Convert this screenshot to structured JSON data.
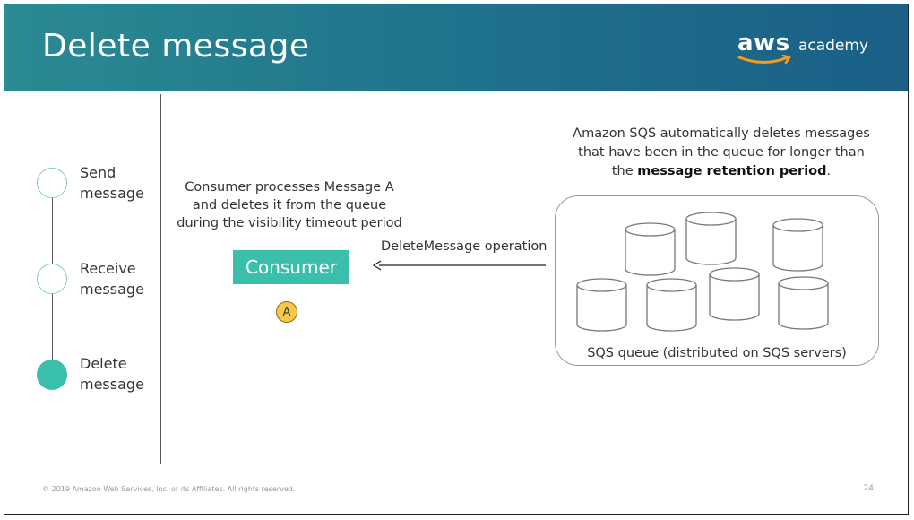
{
  "header": {
    "title": "Delete message",
    "logo_brand": "aws",
    "logo_sub": "academy"
  },
  "steps": [
    {
      "line1": "Send",
      "line2": "message",
      "active": false
    },
    {
      "line1": "Receive",
      "line2": "message",
      "active": false
    },
    {
      "line1": "Delete",
      "line2": "message",
      "active": true
    }
  ],
  "consumer": {
    "description": [
      "Consumer processes Message A",
      "and deletes it from the queue",
      "during the visibility timeout period"
    ],
    "box_label": "Consumer",
    "message_badge": "A"
  },
  "operation_label": "DeleteMessage operation",
  "auto_delete": {
    "line1": "Amazon SQS automatically deletes messages",
    "line2": "that have been in the queue for longer than",
    "line3_prefix": "the ",
    "line3_bold": "message retention period",
    "line3_suffix": "."
  },
  "queue": {
    "label": "SQS queue (distributed on SQS servers)"
  },
  "footer": {
    "copyright": "© 2019 Amazon Web Services, Inc. or its Affiliates. All rights reserved.",
    "page_number": "24"
  },
  "colors": {
    "accent": "#3bbfad",
    "badge": "#f6c94a",
    "header_start": "#2b8a93",
    "header_end": "#1a5f87",
    "aws_smile": "#f79a1e"
  }
}
